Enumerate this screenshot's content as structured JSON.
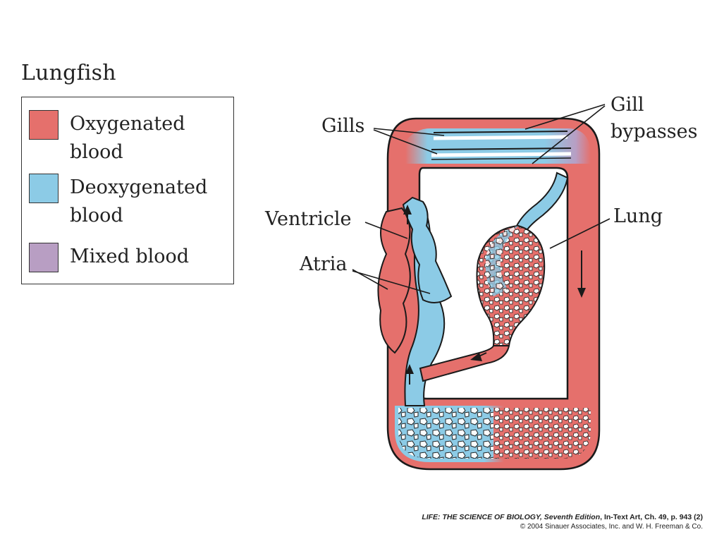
{
  "title": "Lungfish",
  "legend": {
    "items": [
      {
        "label": "Oxygenated\nblood",
        "color": "#e5706c"
      },
      {
        "label": "Deoxygenated\nblood",
        "color": "#8ccbe6"
      },
      {
        "label": "Mixed blood",
        "color": "#b89ec3"
      }
    ]
  },
  "labels": {
    "gills": "Gills",
    "gill_bypasses": "Gill\nbypasses",
    "ventricle": "Ventricle",
    "lung": "Lung",
    "atria": "Atria"
  },
  "credit": {
    "book": "LIFE: THE SCIENCE OF BIOLOGY, Seventh Edition",
    "ref": ", In-Text Art, Ch. 49, p. 943 (2)",
    "copyright": "© 2004 Sinauer Associates, Inc. and W. H. Freeman & Co."
  },
  "colors": {
    "oxygenated": "#e5706c",
    "deoxygenated": "#8ccbe6",
    "mixed": "#b89ec3",
    "outline": "#1a1a1a"
  }
}
